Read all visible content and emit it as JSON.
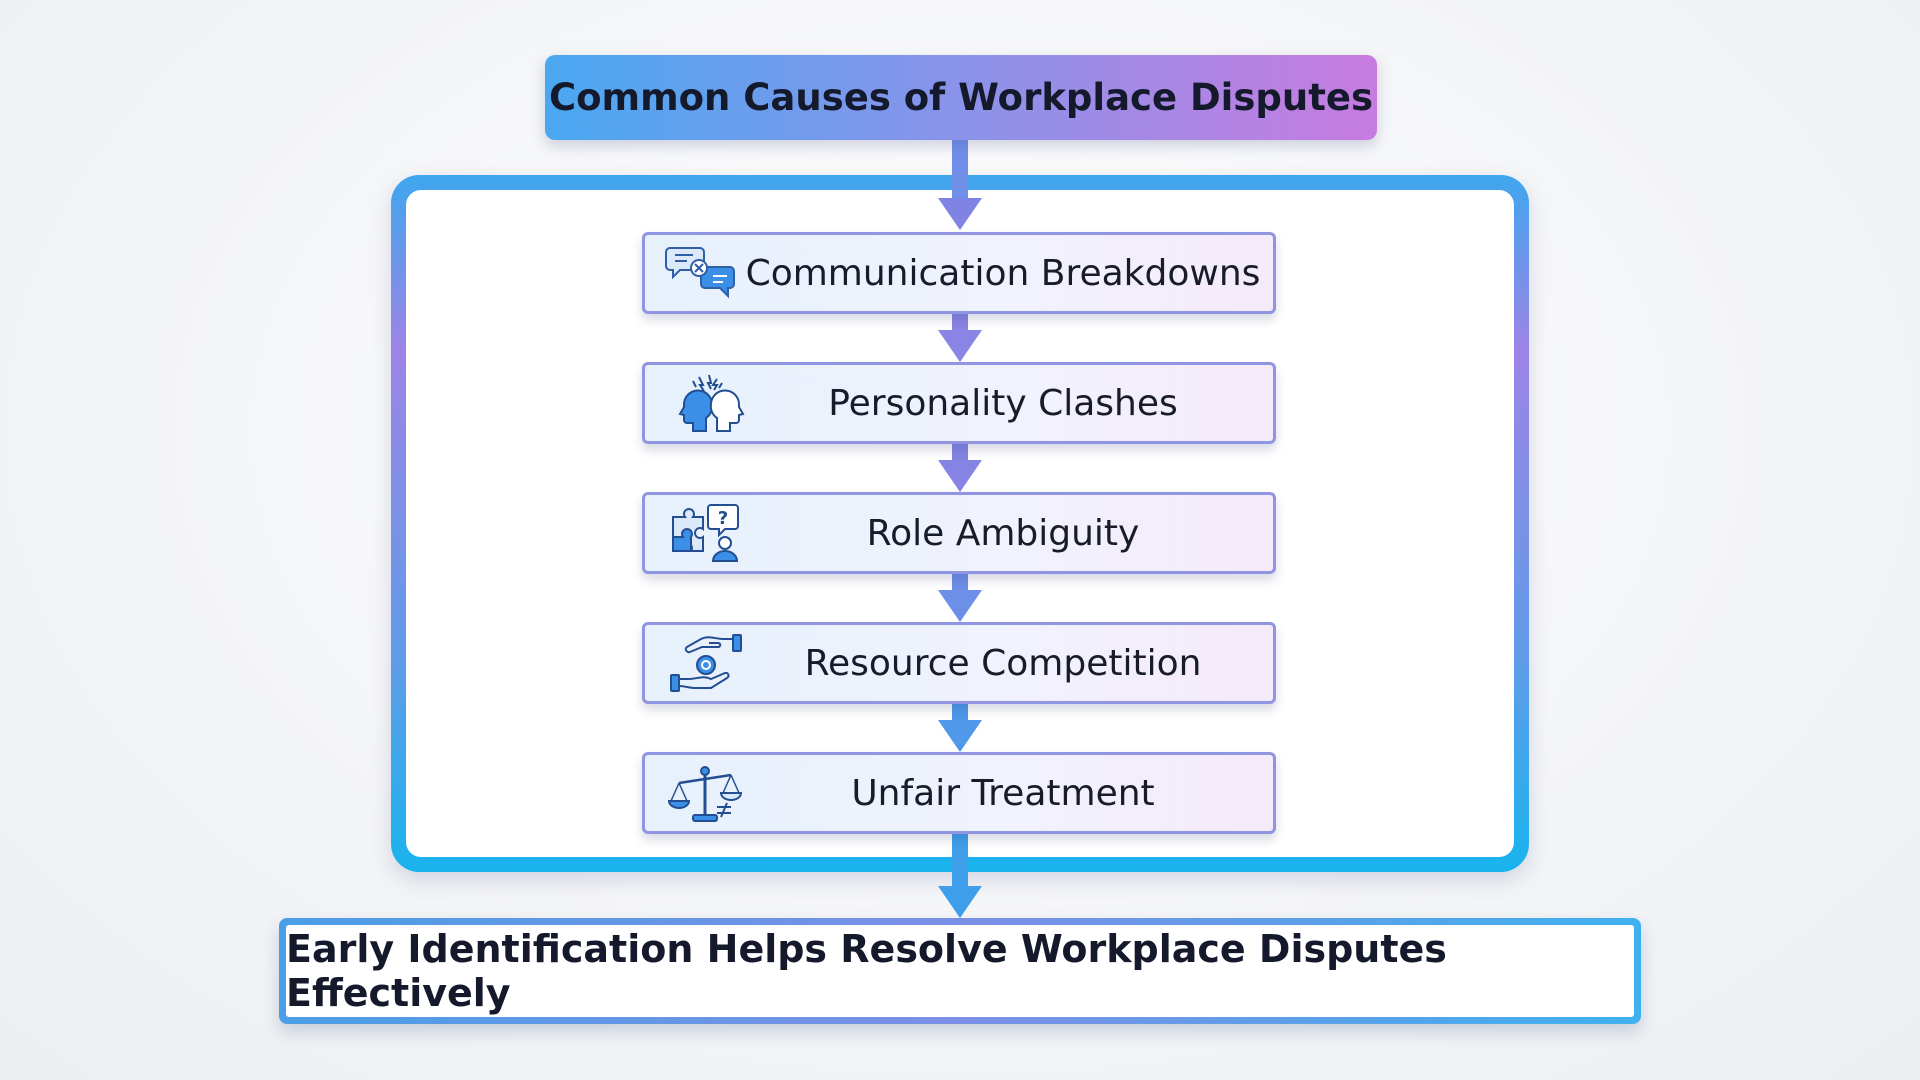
{
  "title": "Common Causes of Workplace Disputes",
  "steps": [
    {
      "label": "Communication Breakdowns",
      "icon": "chat-bubbles-icon"
    },
    {
      "label": "Personality Clashes",
      "icon": "clashing-heads-icon"
    },
    {
      "label": "Role Ambiguity",
      "icon": "puzzle-question-icon"
    },
    {
      "label": "Resource Competition",
      "icon": "hands-coin-icon"
    },
    {
      "label": "Unfair Treatment",
      "icon": "unbalanced-scale-icon"
    }
  ],
  "conclusion": "Early Identification Helps Resolve Workplace Disputes Effectively",
  "colors": {
    "accent_blue": "#3b8fe6",
    "accent_purple": "#9b7fe3",
    "arrow": "#7f84e4"
  }
}
